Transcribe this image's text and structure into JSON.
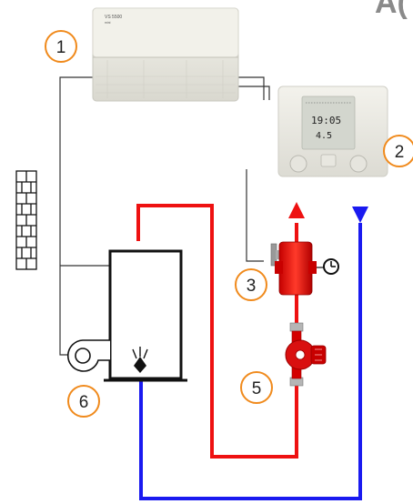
{
  "corner_title": "A(",
  "controller": {
    "model_label": "VS 5500",
    "sub_label": "mini"
  },
  "room_unit": {
    "lcd_time": "19:05",
    "lcd_value": "4.5"
  },
  "callouts": [
    {
      "id": "1",
      "label": "1"
    },
    {
      "id": "2",
      "label": "2"
    },
    {
      "id": "3",
      "label": "3"
    },
    {
      "id": "5",
      "label": "5"
    },
    {
      "id": "6",
      "label": "6"
    }
  ],
  "colors": {
    "supply_pipe": "#ee1111",
    "return_pipe": "#1a1af0",
    "callout_stroke": "#f08a1c",
    "wiring": "#333333",
    "controller_body": "#ecebe2"
  },
  "icons": {
    "chimney": "chimney-icon",
    "burner_fan": "fan-blower-icon",
    "flame": "flame-icon",
    "clock": "clock-icon",
    "pump": "circulator-pump-icon",
    "supply_arrow": "arrow-up-icon",
    "return_arrow": "arrow-down-icon"
  }
}
